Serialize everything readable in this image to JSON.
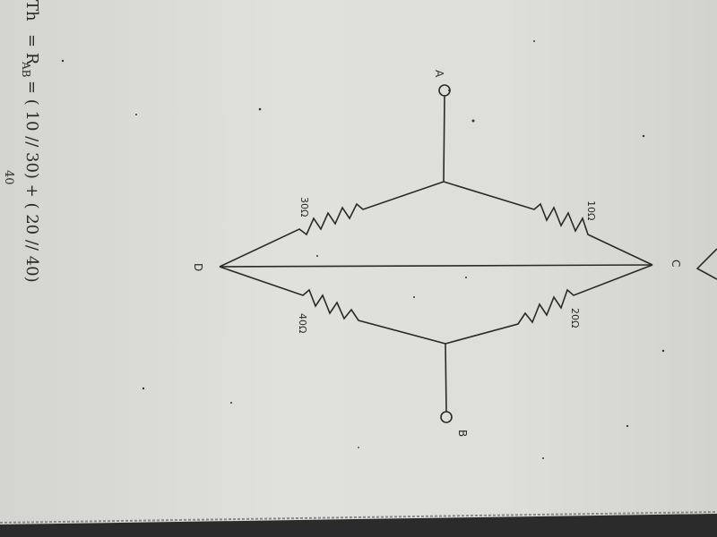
{
  "equation": {
    "prefix": "Th",
    "text": "= R",
    "subscript": "AB",
    "rest": " = ( 10 // 30) + ( 20 // 40)",
    "partial_line": "40"
  },
  "terminals": {
    "a": "A",
    "b": "B"
  },
  "nodes": {
    "c": "C",
    "d": "D"
  },
  "resistors": {
    "r_ad": "30Ω",
    "r_ac": "10Ω",
    "r_bd": "40Ω",
    "r_bc": "20Ω"
  }
}
